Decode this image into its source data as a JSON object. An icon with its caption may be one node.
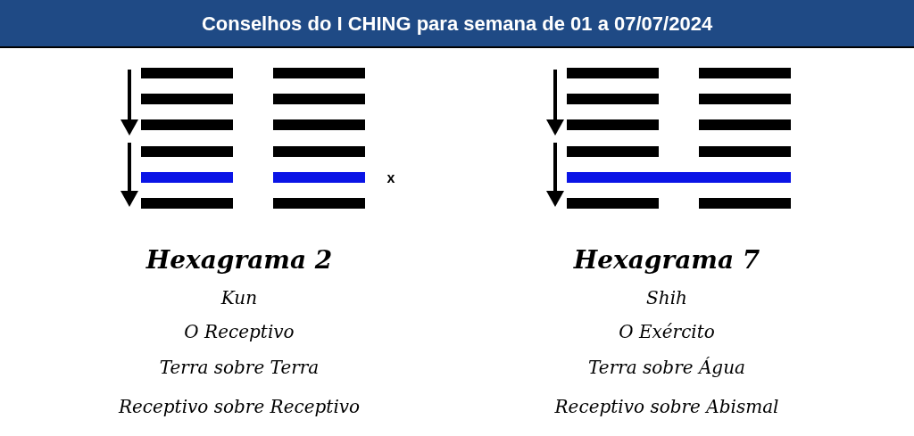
{
  "diagram": {
    "title": "Conselhos do I CHING para semana de 01 a 07/07/2024",
    "labels": [
      "x",
      "Hexagrama 2",
      "Kun",
      "O Receptivo",
      "Terra sobre Terra",
      "Receptivo sobre Receptivo",
      "Hexagrama 7",
      "Shih",
      "O Exército",
      "Terra sobre Água",
      "Receptivo sobre Abismal"
    ]
  }
}
